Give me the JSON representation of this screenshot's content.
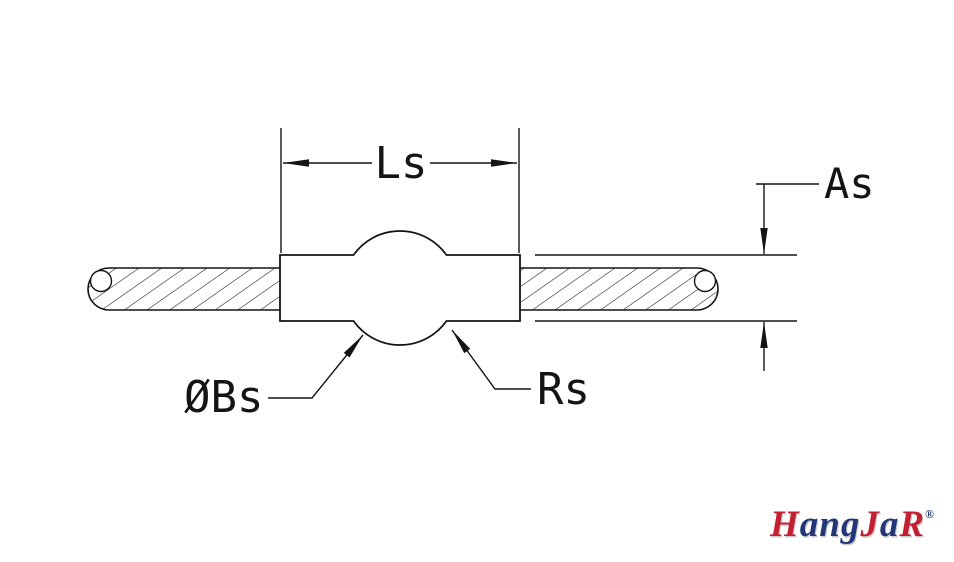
{
  "diagram": {
    "labels": {
      "length": "Ls",
      "cable_height": "As",
      "ball_diameter": "ØBs",
      "ball_radius": "Rs"
    }
  },
  "logo": {
    "segments": [
      {
        "text": "H",
        "color": "#c32032"
      },
      {
        "text": "ang",
        "color": "#233778"
      },
      {
        "text": "J",
        "color": "#c32032"
      },
      {
        "text": "a",
        "color": "#233778"
      },
      {
        "text": "R",
        "color": "#c32032"
      }
    ],
    "registered": "®"
  },
  "colors": {
    "line": "#141414",
    "background": "#ffffff",
    "logo_red": "#c32032",
    "logo_blue": "#233778"
  }
}
